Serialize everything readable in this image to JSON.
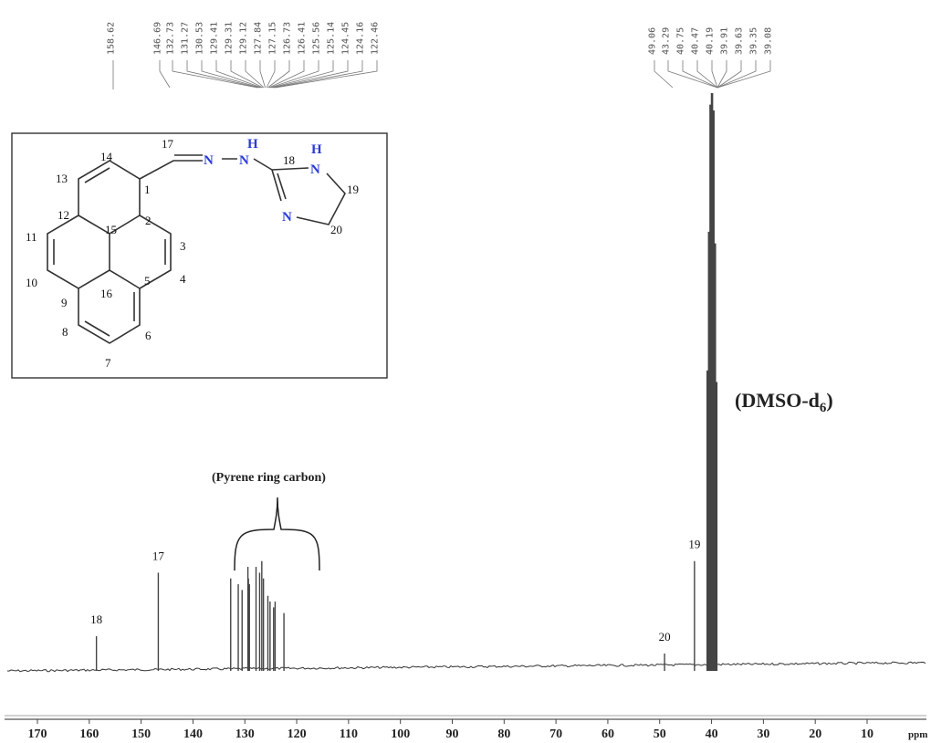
{
  "chart_data": {
    "type": "line",
    "title": "",
    "xlabel": "ppm",
    "ylabel": "",
    "xlim": [
      172,
      0
    ],
    "x_ticks": [
      170,
      160,
      150,
      140,
      130,
      120,
      110,
      100,
      90,
      80,
      70,
      60,
      50,
      40,
      30,
      20,
      10
    ],
    "x_tick_labels": [
      "170",
      "160",
      "150",
      "140",
      "130",
      "120",
      "110",
      "100",
      "90",
      "80",
      "70",
      "60",
      "50",
      "40",
      "30",
      "20",
      "10"
    ],
    "grid": false,
    "series": [
      {
        "peaks": [
          {
            "x": 158.62,
            "y": 0.06,
            "label": "18"
          },
          {
            "x": 146.69,
            "y": 0.17,
            "label": "17"
          },
          {
            "x": 132.73,
            "y": 0.16
          },
          {
            "x": 131.27,
            "y": 0.15
          },
          {
            "x": 130.53,
            "y": 0.14
          },
          {
            "x": 129.41,
            "y": 0.18
          },
          {
            "x": 129.31,
            "y": 0.16
          },
          {
            "x": 129.12,
            "y": 0.15
          },
          {
            "x": 127.84,
            "y": 0.18
          },
          {
            "x": 127.15,
            "y": 0.17
          },
          {
            "x": 126.73,
            "y": 0.19
          },
          {
            "x": 126.41,
            "y": 0.16
          },
          {
            "x": 125.56,
            "y": 0.13
          },
          {
            "x": 125.14,
            "y": 0.12
          },
          {
            "x": 124.45,
            "y": 0.11
          },
          {
            "x": 124.16,
            "y": 0.12
          },
          {
            "x": 122.46,
            "y": 0.1
          },
          {
            "x": 49.06,
            "y": 0.03,
            "label": "20"
          },
          {
            "x": 43.29,
            "y": 0.19,
            "label": "19"
          },
          {
            "x": 40.75,
            "y": 0.52
          },
          {
            "x": 40.47,
            "y": 0.76
          },
          {
            "x": 40.19,
            "y": 0.98
          },
          {
            "x": 39.91,
            "y": 1.0
          },
          {
            "x": 39.63,
            "y": 0.97
          },
          {
            "x": 39.35,
            "y": 0.74
          },
          {
            "x": 39.08,
            "y": 0.5
          }
        ]
      }
    ],
    "peak_list_labels": [
      "158.62",
      "146.69",
      "132.73",
      "131.27",
      "130.53",
      "129.41",
      "129.31",
      "129.12",
      "127.84",
      "127.15",
      "126.73",
      "126.41",
      "125.56",
      "125.14",
      "124.45",
      "124.16",
      "122.46",
      "49.06",
      "43.29",
      "40.75",
      "40.47",
      "40.19",
      "39.91",
      "39.63",
      "39.35",
      "39.08"
    ],
    "annotations": {
      "solvent": "(DMSO-d",
      "solvent_sub": "6",
      "solvent_close": ")",
      "pyrene": "(Pyrene ring carbon)"
    },
    "structure": {
      "atoms": {
        "n_imine": "N",
        "n_hydrazine": "N",
        "h_hydrazine": "H",
        "n_ring_h": "N",
        "h_ring": "H",
        "n_ring": "N"
      },
      "numbers": [
        "1",
        "2",
        "3",
        "4",
        "5",
        "6",
        "7",
        "8",
        "9",
        "10",
        "11",
        "12",
        "13",
        "14",
        "15",
        "16",
        "17",
        "18",
        "19",
        "20"
      ]
    }
  }
}
